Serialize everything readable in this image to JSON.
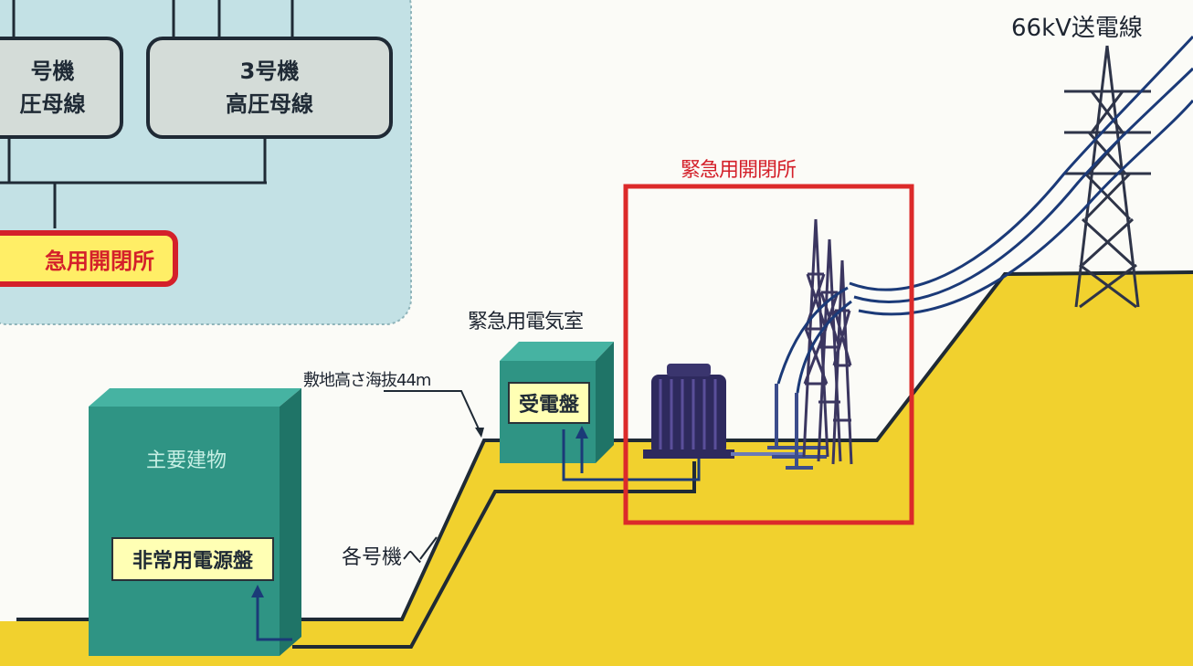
{
  "panel": {
    "bus_unit2": {
      "line1": "号機",
      "line2": "圧母線"
    },
    "bus_unit3": {
      "line1": "3号機",
      "line2": "高圧母線"
    },
    "emergency_switchyard_box": "急用開閉所"
  },
  "labels": {
    "transmission_line": "66kV送電線",
    "emergency_switchyard": "緊急用開閉所",
    "emergency_electrical_room": "緊急用電気室",
    "site_elevation": "敷地高さ海抜44m",
    "main_building": "主要建物",
    "receiving_panel": "受電盤",
    "emergency_power_panel": "非常用電源盤",
    "to_each_unit": "各号機へ"
  },
  "colors": {
    "ground": "#f1d12e",
    "panel_bg": "#c3e1e5",
    "building": "#2f9484",
    "cable": "#1b3a78",
    "switchyard_frame": "#dc2a2a"
  }
}
